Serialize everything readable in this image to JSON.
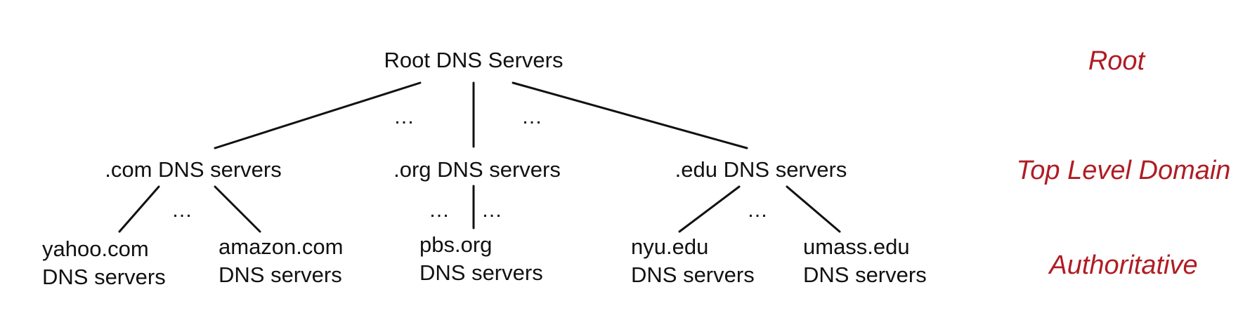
{
  "colors": {
    "level_label": "#b01c24",
    "text": "#111111",
    "edge": "#111111"
  },
  "nodes": {
    "root": "Root DNS Servers",
    "com": ".com DNS servers",
    "org": ".org DNS servers",
    "edu": ".edu DNS servers",
    "yahoo": {
      "line1": "yahoo.com",
      "line2": "DNS servers"
    },
    "amazon": {
      "line1": "amazon.com",
      "line2": "DNS servers"
    },
    "pbs": {
      "line1": "pbs.org",
      "line2": "DNS servers"
    },
    "nyu": {
      "line1": "nyu.edu",
      "line2": "DNS servers"
    },
    "umass": {
      "line1": "umass.edu",
      "line2": "DNS servers"
    }
  },
  "ellipsis": "…",
  "levels": {
    "root": "Root",
    "tld": "Top Level Domain",
    "authoritative": "Authoritative"
  }
}
